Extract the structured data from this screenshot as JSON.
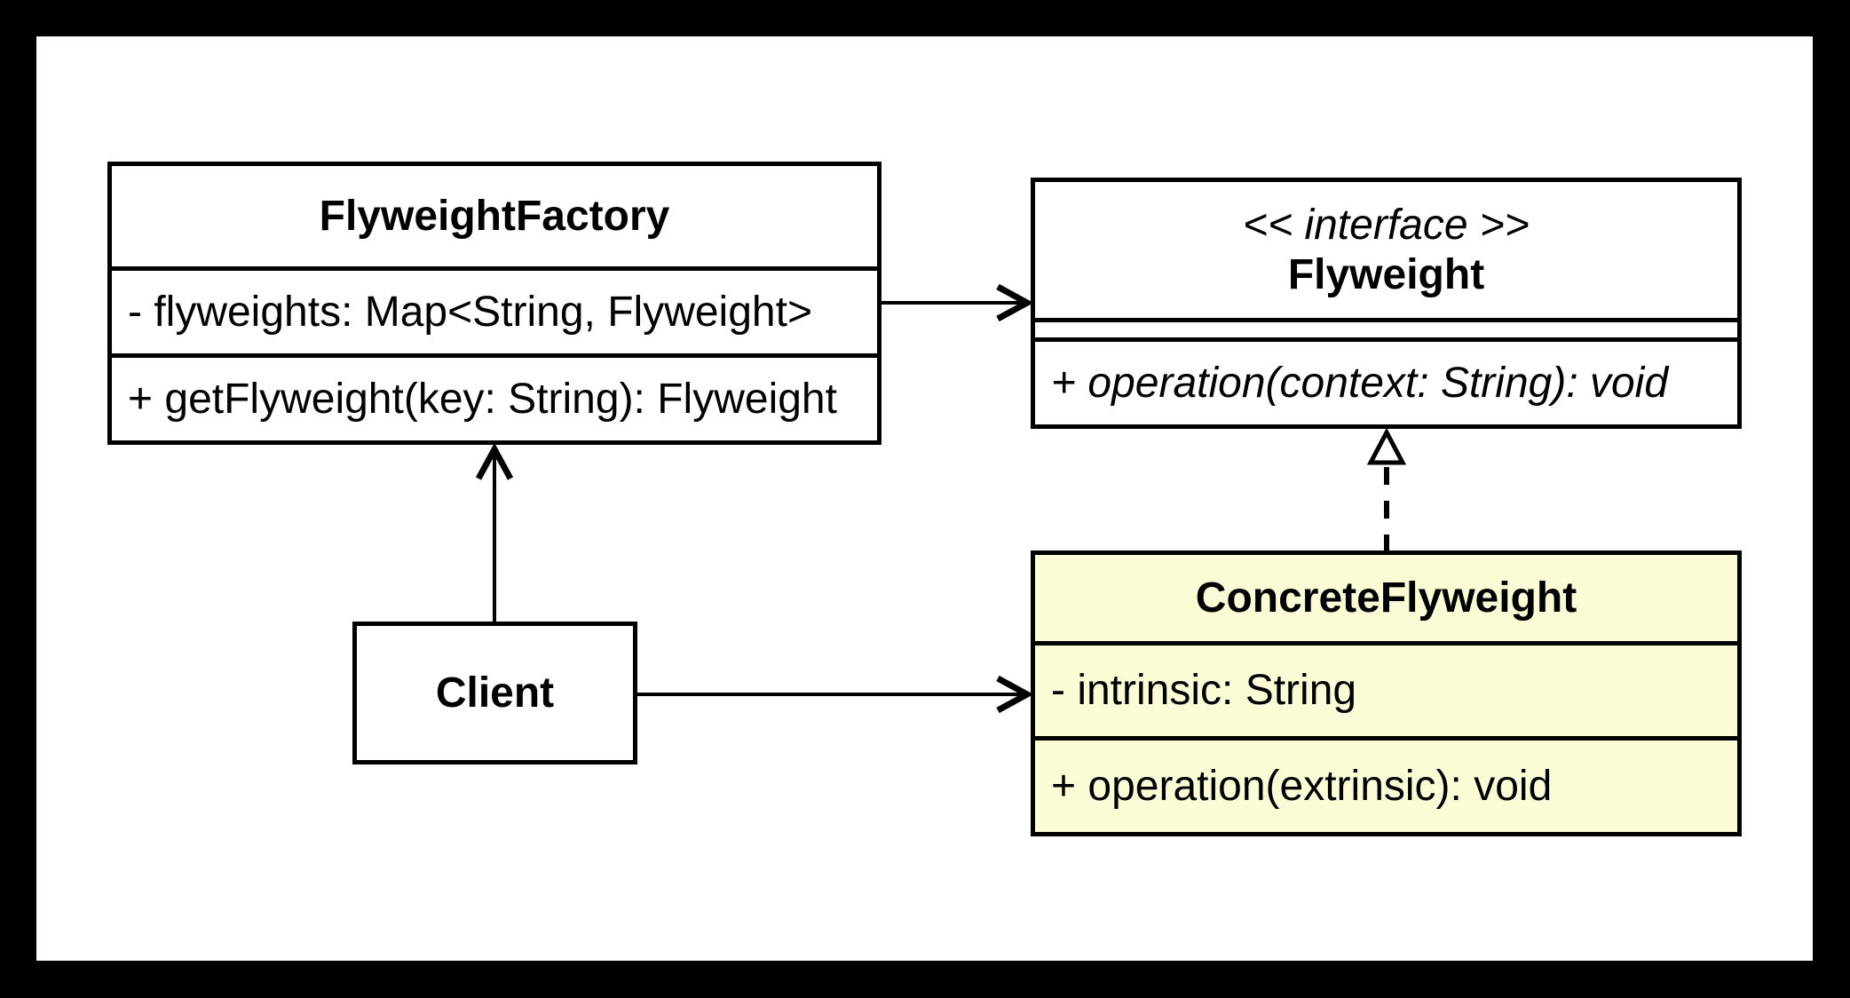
{
  "colors": {
    "page_background": "#000000",
    "canvas_background": "#ffffff",
    "class_fill": "#ffffff",
    "concrete_class_fill": "#fbfbd6",
    "line_color": "#000000",
    "text_color": "#000000"
  },
  "classes": {
    "flyweight_factory": {
      "name": "FlyweightFactory",
      "attribute": "- flyweights: Map<String, Flyweight>",
      "method": "+ getFlyweight(key: String): Flyweight"
    },
    "flyweight": {
      "stereotype": "<< interface >>",
      "name": "Flyweight",
      "method": "+ operation(context: String): void"
    },
    "concrete_flyweight": {
      "name": "ConcreteFlyweight",
      "attribute": "- intrinsic: String",
      "method": "+ operation(extrinsic): void"
    },
    "client": {
      "name": "Client"
    }
  },
  "relationships": [
    {
      "from": "FlyweightFactory",
      "to": "Flyweight",
      "type": "directed-association",
      "line": "solid",
      "head": "open-arrow"
    },
    {
      "from": "Client",
      "to": "FlyweightFactory",
      "type": "directed-association",
      "line": "solid",
      "head": "open-arrow"
    },
    {
      "from": "Client",
      "to": "ConcreteFlyweight",
      "type": "directed-association",
      "line": "solid",
      "head": "open-arrow"
    },
    {
      "from": "ConcreteFlyweight",
      "to": "Flyweight",
      "type": "realization",
      "line": "dashed",
      "head": "hollow-triangle"
    }
  ]
}
